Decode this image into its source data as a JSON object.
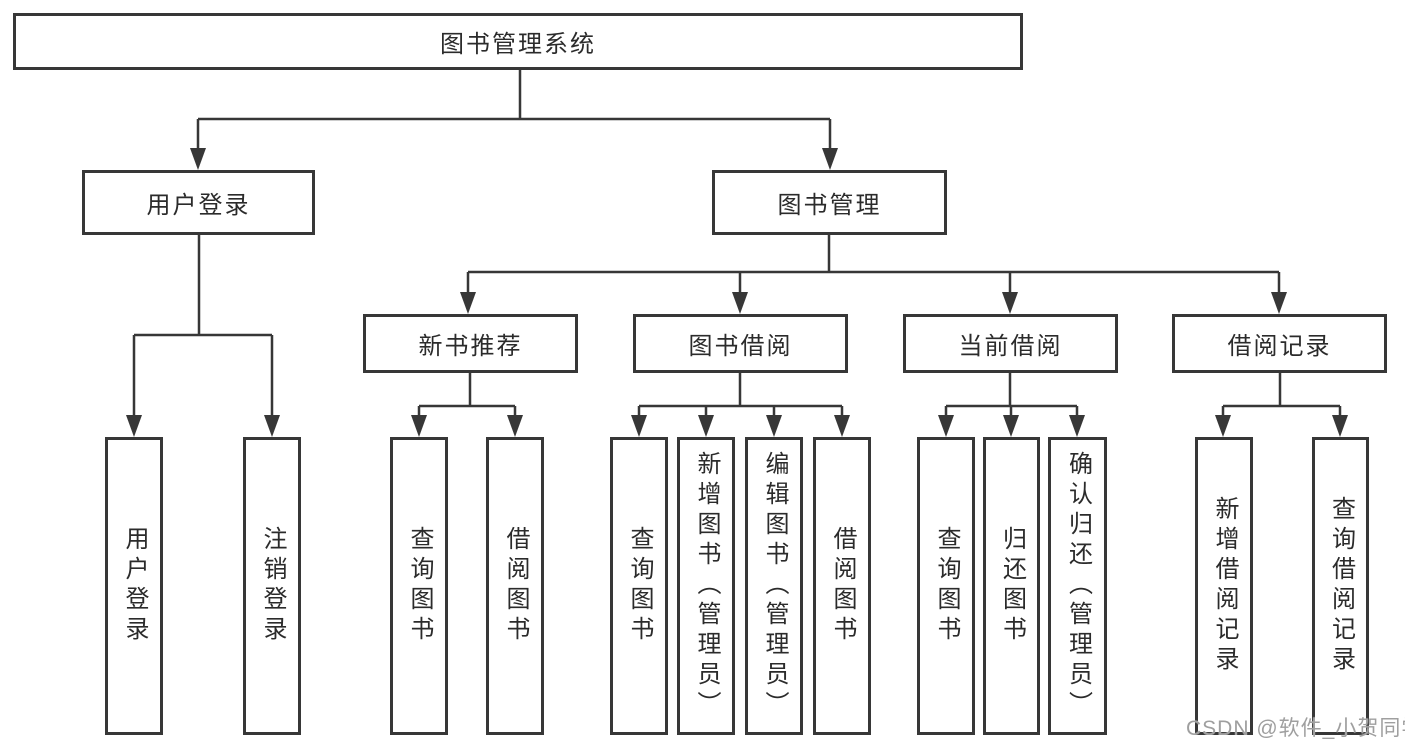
{
  "diagram_title": "图书管理系统",
  "tree": {
    "root": {
      "label": "图书管理系统",
      "children": [
        {
          "label": "用户登录",
          "children": [
            {
              "label": "用户登录"
            },
            {
              "label": "注销登录"
            }
          ]
        },
        {
          "label": "图书管理",
          "children": [
            {
              "label": "新书推荐",
              "children": [
                {
                  "label": "查询图书"
                },
                {
                  "label": "借阅图书"
                }
              ]
            },
            {
              "label": "图书借阅",
              "children": [
                {
                  "label": "查询图书"
                },
                {
                  "label": "新增图书（管理员）"
                },
                {
                  "label": "编辑图书（管理员）"
                },
                {
                  "label": "借阅图书"
                }
              ]
            },
            {
              "label": "当前借阅",
              "children": [
                {
                  "label": "查询图书"
                },
                {
                  "label": "归还图书"
                },
                {
                  "label": "确认归还（管理员）"
                }
              ]
            },
            {
              "label": "借阅记录",
              "children": [
                {
                  "label": "新增借阅记录"
                },
                {
                  "label": "查询借阅记录"
                }
              ]
            }
          ]
        }
      ]
    }
  },
  "watermark": {
    "text": "CSDN @软件_小贺同学"
  },
  "colors": {
    "line": "#373737",
    "box_border": "#373737",
    "box_background": "#ffffff",
    "text": "#2b2b2b",
    "watermark": "#9f9f9f",
    "page_background": "#ffffff"
  }
}
